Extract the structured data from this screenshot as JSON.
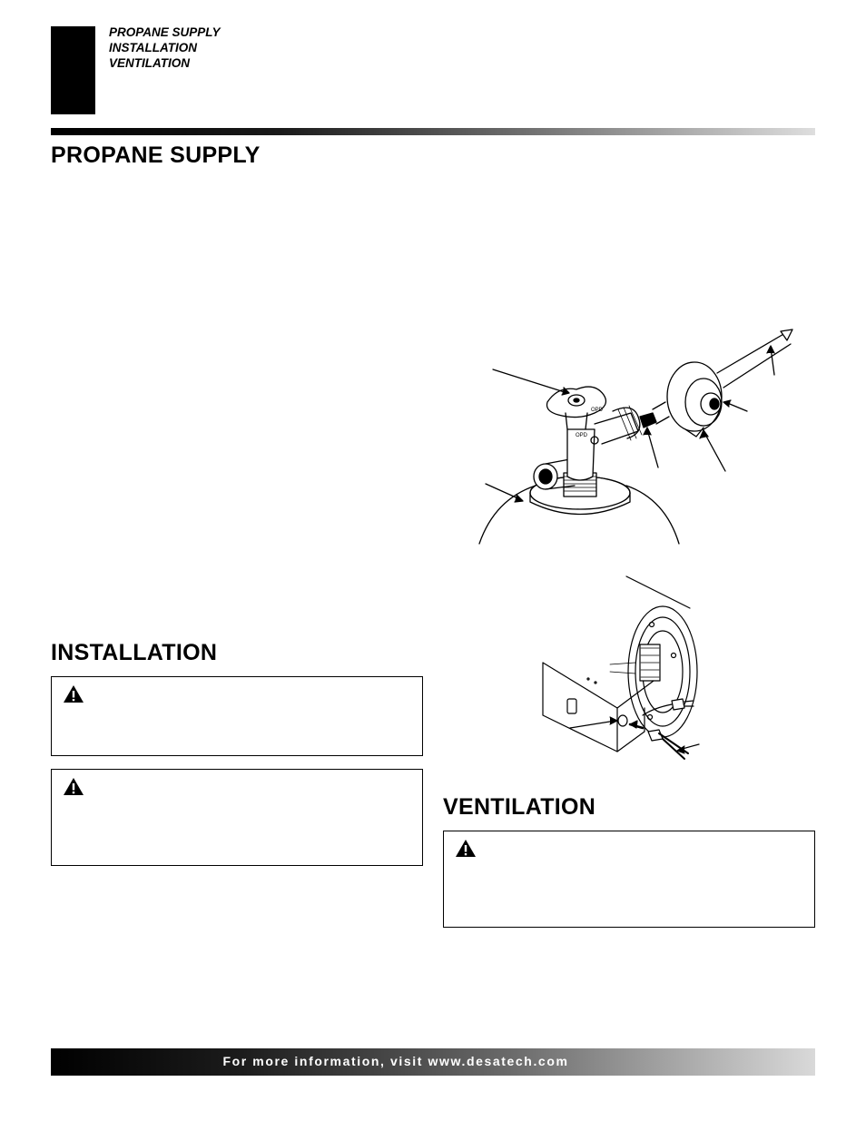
{
  "header": {
    "nav_items": [
      "PROPANE SUPPLY",
      "INSTALLATION",
      "VENTILATION"
    ]
  },
  "sections": {
    "propane_supply_title": "PROPANE SUPPLY",
    "installation_title": "INSTALLATION",
    "ventilation_title": "VENTILATION"
  },
  "icons": {
    "warning": "warning-triangle-icon"
  },
  "footer": {
    "text": "For more information, visit www.desatech.com"
  }
}
